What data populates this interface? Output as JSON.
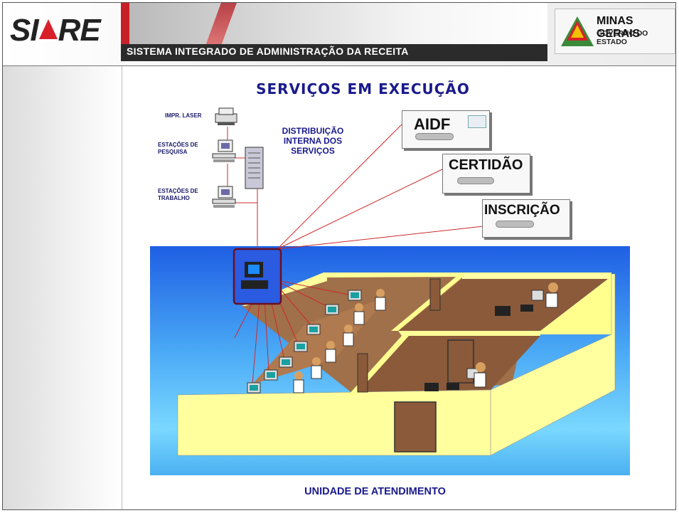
{
  "header": {
    "logo_text_left": "SI",
    "logo_text_right": "RE",
    "subtitle": "SISTEMA INTEGRADO DE ADMINISTRAÇÃO DA RECEITA",
    "state_title": "MINAS GERAIS",
    "state_subtitle": "GOVERNO DO ESTADO"
  },
  "diagram": {
    "title": "SERVIÇOS EM EXECUÇÃO",
    "devices": {
      "printer_label": "IMPR. LASER",
      "research_label_1": "ESTAÇÕES DE",
      "research_label_2": "PESQUISA",
      "work_label_1": "ESTAÇÕES DE",
      "work_label_2": "TRABALHO"
    },
    "distribution_1": "DISTRIBUIÇÃO",
    "distribution_2": "INTERNA DOS",
    "distribution_3": "SERVIÇOS",
    "services": [
      "AIDF",
      "CERTIDÃO",
      "INSCRIÇÃO"
    ],
    "footer": "UNIDADE DE ATENDIMENTO"
  },
  "colors": {
    "title_blue": "#1a1a8c",
    "link_red": "#cc2a2a",
    "sky_top": "#1e5ee0",
    "sky_light": "#7ad8ff",
    "wall_yellow": "#ffffa0",
    "floor_brown": "#8c5a3c"
  }
}
